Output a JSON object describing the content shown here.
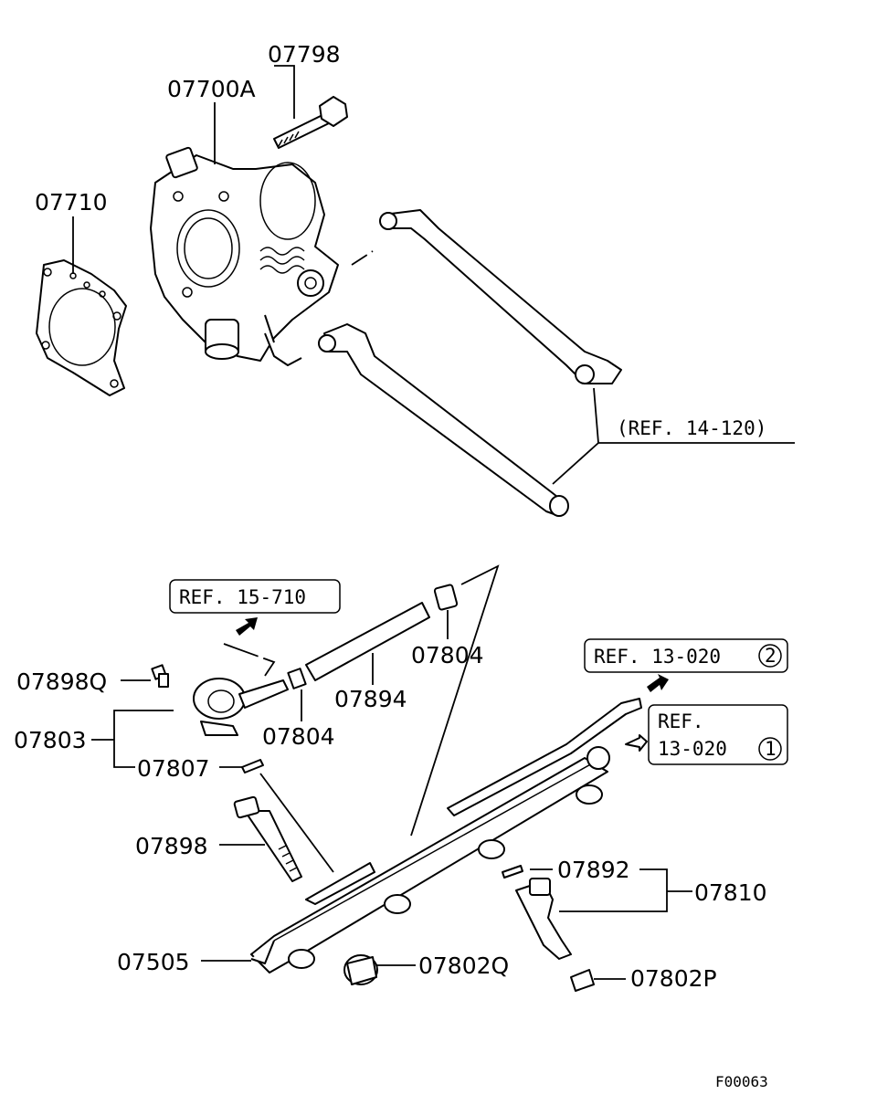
{
  "parts": {
    "p07798": "07798",
    "p07700A": "07700A",
    "p07710": "07710",
    "p07804_top": "07804",
    "p07898Q": "07898Q",
    "p07803": "07803",
    "p07804_mid": "07804",
    "p07894": "07894",
    "p07807": "07807",
    "p07898": "07898",
    "p07892": "07892",
    "p07810": "07810",
    "p07505": "07505",
    "p07802Q": "07802Q",
    "p07802P": "07802P"
  },
  "references": {
    "ref_14_120": "(REF. 14-120)",
    "ref_15_710": "REF. 15-710",
    "ref_13_020_2": "REF. 13-020",
    "ref_13_020_2_num": "2",
    "ref_13_020_1_line1": "REF.",
    "ref_13_020_1_line2": "13-020",
    "ref_13_020_1_num": "1"
  },
  "figure_code": "F00063"
}
